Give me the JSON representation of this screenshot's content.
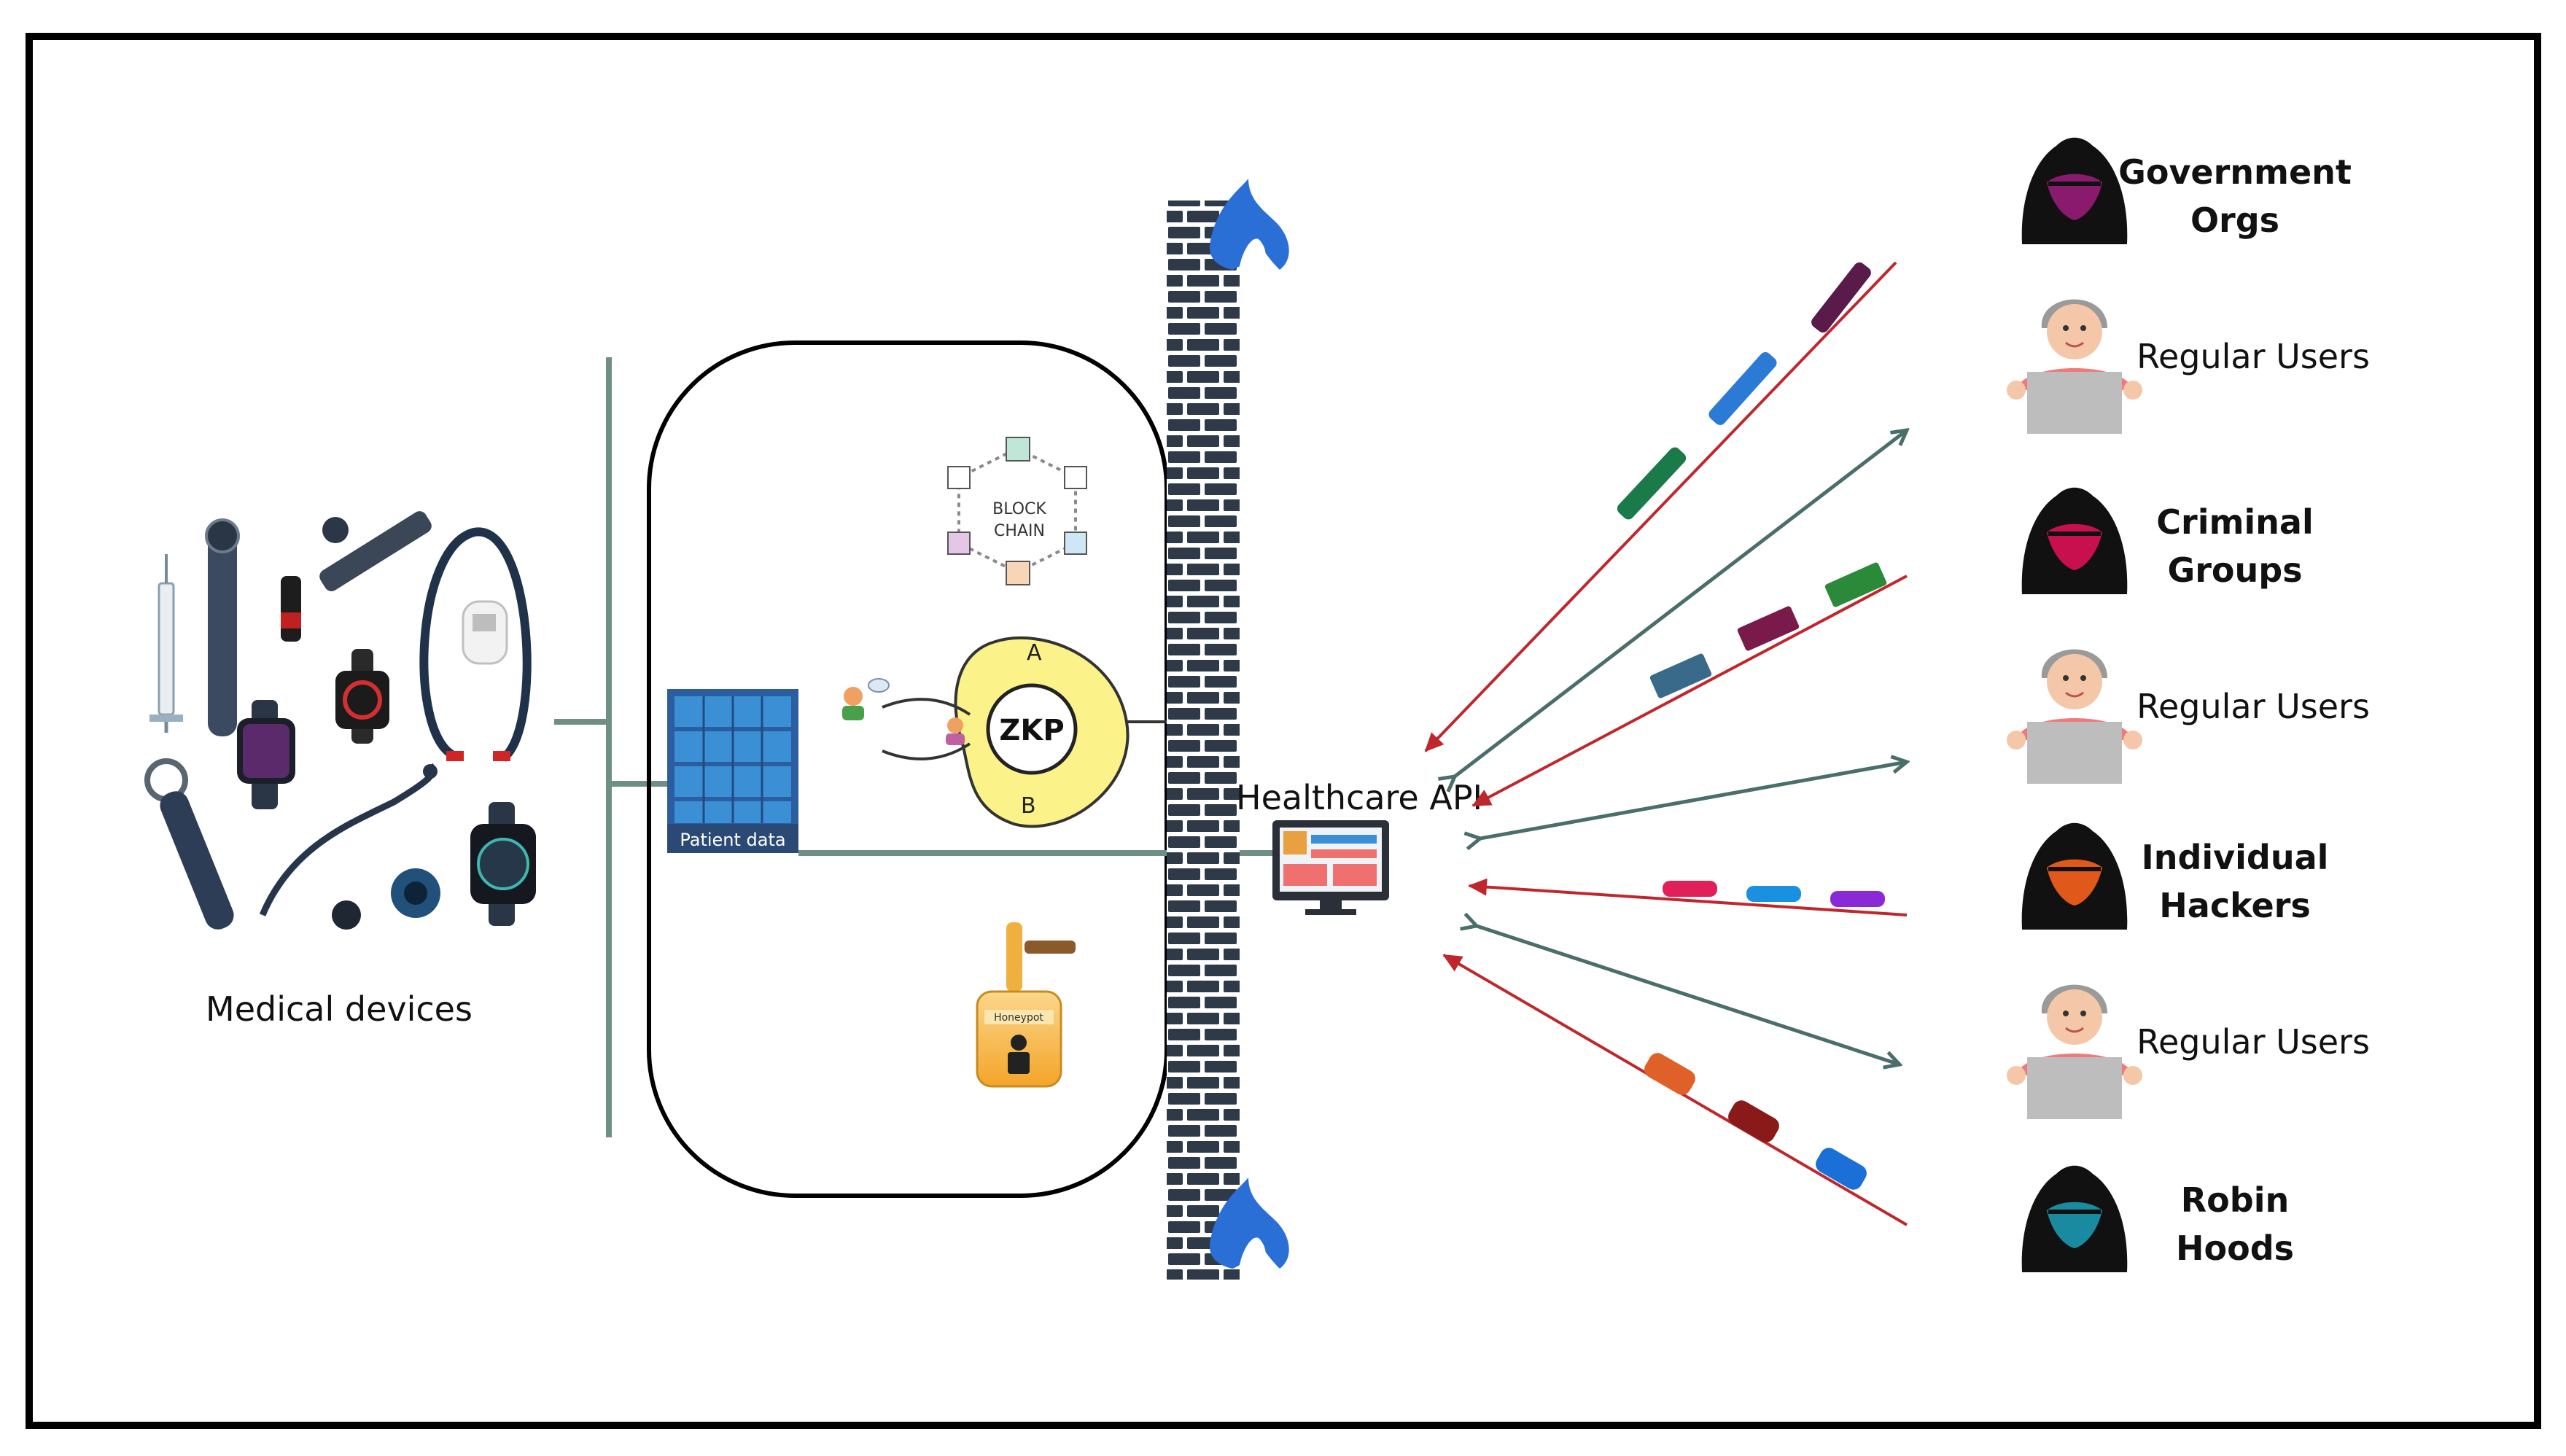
{
  "labels": {
    "medical_devices": "Medical devices",
    "patient_data": "Patient data",
    "blockchain_line1": "BLOCK",
    "blockchain_line2": "CHAIN",
    "zkp": "ZKP",
    "zkp_a": "A",
    "zkp_b": "B",
    "honeypot": "Honeypot",
    "healthcare_api": "Healthcare API"
  },
  "actors": [
    {
      "line1": "Government",
      "line2": "Orgs",
      "kind": "attacker",
      "face_color": "#8a1a6e"
    },
    {
      "line1": "Regular Users",
      "line2": "",
      "kind": "user"
    },
    {
      "line1": "Criminal",
      "line2": "Groups",
      "kind": "attacker",
      "face_color": "#c8104f"
    },
    {
      "line1": "Regular Users",
      "line2": "",
      "kind": "user"
    },
    {
      "line1": "Individual",
      "line2": "Hackers",
      "kind": "attacker",
      "face_color": "#e0581a"
    },
    {
      "line1": "Regular Users",
      "line2": "",
      "kind": "user"
    },
    {
      "line1": "Robin",
      "line2": "Hoods",
      "kind": "attacker",
      "face_color": "#1a8aa0"
    }
  ],
  "colors": {
    "attack_arrow": "#c0272d",
    "user_arrow": "#4a6e6a",
    "bus_line": "#6f8f86",
    "brick": "#2f3a48",
    "flame": "#2a6fd6",
    "zkp_fill": "#fbf28a",
    "server_blue": "#2f7fc0"
  }
}
